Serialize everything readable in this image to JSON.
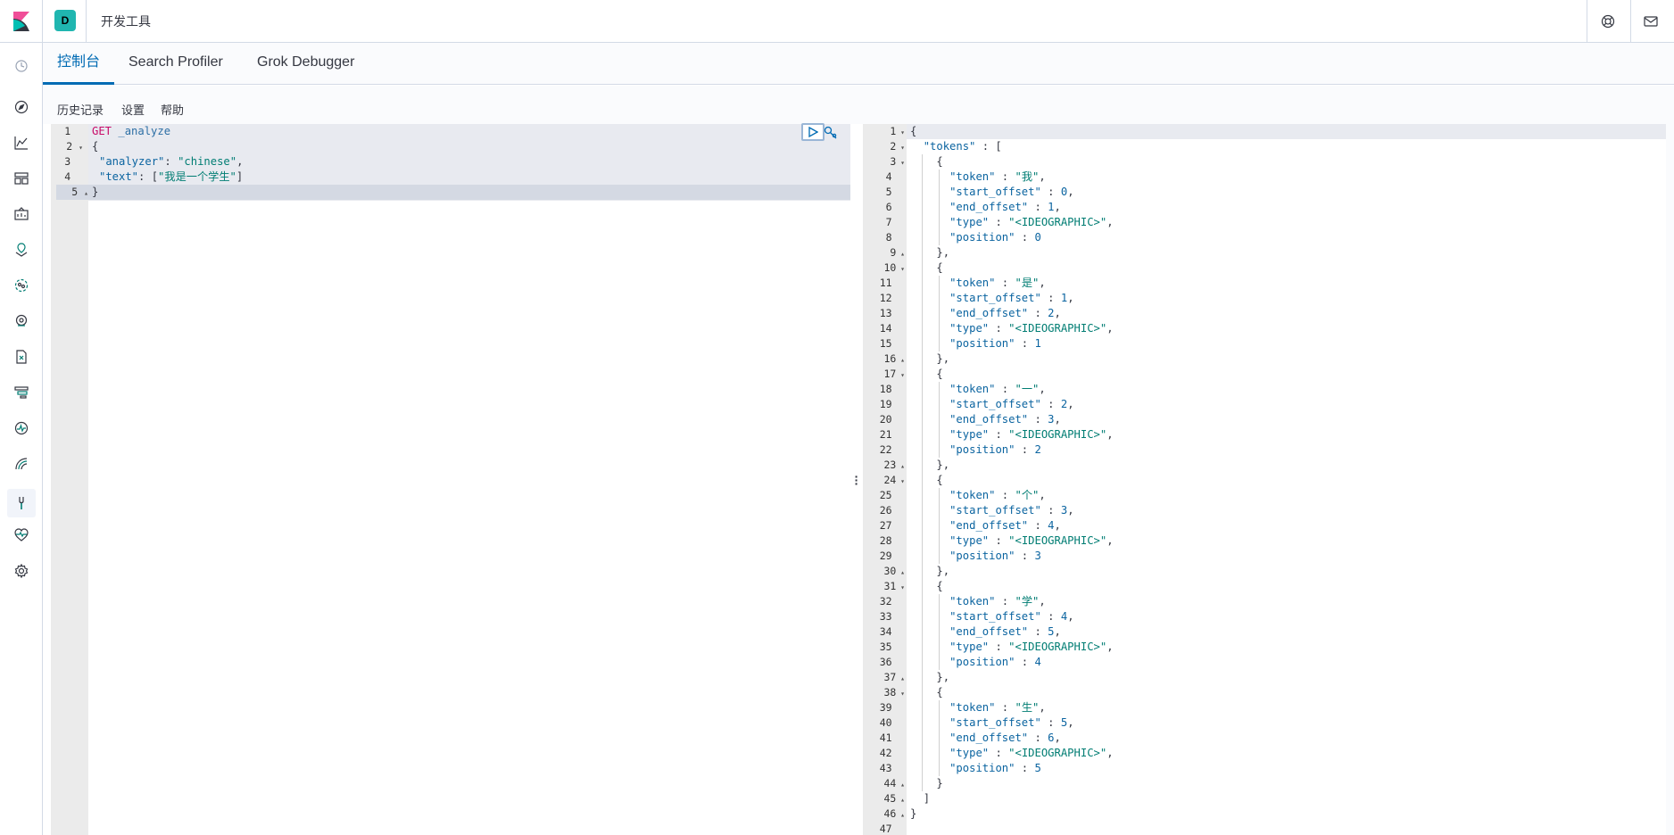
{
  "header": {
    "space_initial": "D",
    "app_title": "开发工具",
    "icons": [
      "kibana-logo-icon",
      "help-icon",
      "mail-icon"
    ]
  },
  "sidenav": {
    "items": [
      {
        "name": "recently-viewed-icon"
      },
      {
        "name": "discover-icon"
      },
      {
        "name": "visualize-icon"
      },
      {
        "name": "dashboard-icon"
      },
      {
        "name": "canvas-icon"
      },
      {
        "name": "maps-icon"
      },
      {
        "name": "machine-learning-icon"
      },
      {
        "name": "infrastructure-icon"
      },
      {
        "name": "logs-icon"
      },
      {
        "name": "apm-icon"
      },
      {
        "name": "uptime-icon"
      },
      {
        "name": "siem-icon"
      },
      {
        "name": "dev-tools-icon"
      },
      {
        "name": "monitoring-icon"
      },
      {
        "name": "management-icon"
      }
    ]
  },
  "tabs": [
    {
      "label": "控制台",
      "active": true
    },
    {
      "label": "Search Profiler",
      "active": false
    },
    {
      "label": "Grok Debugger",
      "active": false
    }
  ],
  "toolbar": {
    "history": "历史记录",
    "settings": "设置",
    "help": "帮助"
  },
  "request": {
    "line_numbers": [
      "1",
      "2",
      "3",
      "4",
      "5"
    ],
    "method": "GET",
    "url": "_analyze",
    "open_brace": "{",
    "analyzer_key": "\"analyzer\"",
    "analyzer_value": "\"chinese\"",
    "text_key": "\"text\"",
    "text_value": "\"我是一个学生\"",
    "close_brace": "}"
  },
  "response": {
    "line_numbers": [
      "1",
      "2",
      "3",
      "4",
      "5",
      "6",
      "7",
      "8",
      "9",
      "10",
      "11",
      "12",
      "13",
      "14",
      "15",
      "16",
      "17",
      "18",
      "19",
      "20",
      "21",
      "22",
      "23",
      "24",
      "25",
      "26",
      "27",
      "28",
      "29",
      "30",
      "31",
      "32",
      "33",
      "34",
      "35",
      "36",
      "37",
      "38",
      "39",
      "40",
      "41",
      "42",
      "43",
      "44",
      "45",
      "46",
      "47"
    ],
    "tokens_key": "\"tokens\"",
    "token_key": "\"token\"",
    "start_offset_key": "\"start_offset\"",
    "end_offset_key": "\"end_offset\"",
    "type_key": "\"type\"",
    "position_key": "\"position\"",
    "type_value": "\"<IDEOGRAPHIC>\"",
    "tokens": [
      {
        "token": "\"我\"",
        "start_offset": "0",
        "end_offset": "1",
        "position": "0"
      },
      {
        "token": "\"是\"",
        "start_offset": "1",
        "end_offset": "2",
        "position": "1"
      },
      {
        "token": "\"一\"",
        "start_offset": "2",
        "end_offset": "3",
        "position": "2"
      },
      {
        "token": "\"个\"",
        "start_offset": "3",
        "end_offset": "4",
        "position": "3"
      },
      {
        "token": "\"学\"",
        "start_offset": "4",
        "end_offset": "5",
        "position": "4"
      },
      {
        "token": "\"生\"",
        "start_offset": "5",
        "end_offset": "6",
        "position": "5"
      }
    ]
  }
}
